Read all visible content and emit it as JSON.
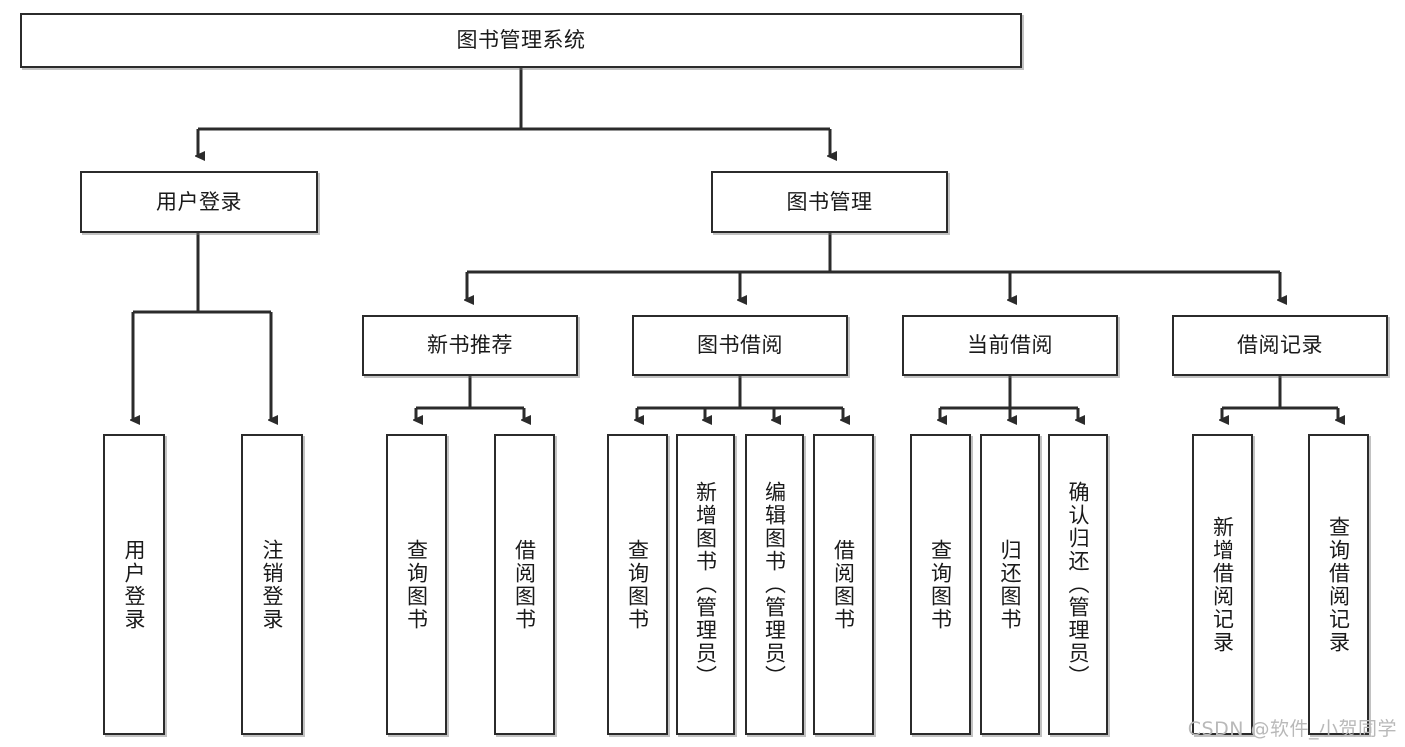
{
  "diagram": {
    "type": "tree-hierarchy",
    "title": "图书管理系统",
    "watermark": "CSDN @软件_小贺同学",
    "colors": {
      "border": "#2b2b2b",
      "text": "#1a1a1a",
      "background": "#ffffff",
      "watermark": "#b9b9b9"
    },
    "levels": {
      "root": {
        "label": "图书管理系统"
      },
      "level2": [
        {
          "label": "用户登录"
        },
        {
          "label": "图书管理"
        }
      ],
      "level3": [
        {
          "label": "新书推荐"
        },
        {
          "label": "图书借阅"
        },
        {
          "label": "当前借阅"
        },
        {
          "label": "借阅记录"
        }
      ],
      "leaves": {
        "user_login": [
          {
            "label": "用户登录"
          },
          {
            "label": "注销登录"
          }
        ],
        "new_book_recommend": [
          {
            "label": "查询图书"
          },
          {
            "label": "借阅图书"
          }
        ],
        "book_borrow": [
          {
            "label": "查询图书"
          },
          {
            "label": "新增图书（管理员）"
          },
          {
            "label": "编辑图书（管理员）"
          },
          {
            "label": "借阅图书"
          }
        ],
        "current_borrow": [
          {
            "label": "查询图书"
          },
          {
            "label": "归还图书"
          },
          {
            "label": "确认归还（管理员）"
          }
        ],
        "borrow_record": [
          {
            "label": "新增借阅记录"
          },
          {
            "label": "查询借阅记录"
          }
        ]
      }
    }
  }
}
